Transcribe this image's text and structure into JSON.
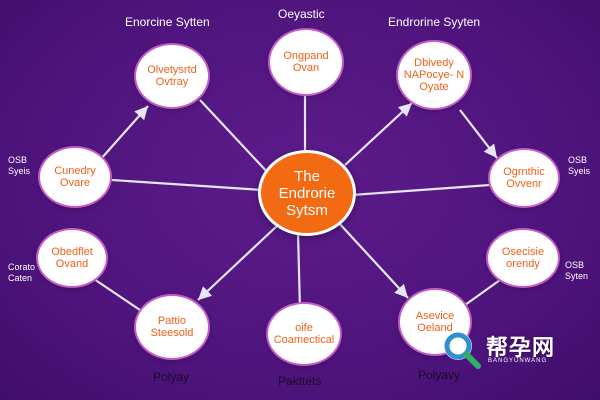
{
  "labels": {
    "top_left": "Enorcine Sytten",
    "top_center": "Oeyastic",
    "top_right": "Endrorine Syyten",
    "left_upper": [
      "OSB",
      "Syeis"
    ],
    "right_upper": [
      "OSB",
      "Syeis"
    ],
    "left_lower": [
      "Corato",
      "Caten"
    ],
    "right_lower": [
      "OSB",
      "Syten"
    ],
    "bottom_left": "Polyay",
    "bottom_center": "Pakttets",
    "bottom_right": "Polyavy"
  },
  "center": [
    "The",
    "Endrorie",
    "Sytsm"
  ],
  "nodes": {
    "top_left": [
      "Olvetysrtd",
      "Ovtray"
    ],
    "top_center": [
      "Ongpand",
      "Ovan"
    ],
    "top_right": [
      "Dbivedy",
      "NAPocye- N",
      "Oyate"
    ],
    "mid_left": [
      "Cunedry",
      "Ovare"
    ],
    "mid_right": [
      "Ogrnthic",
      "Ovvenr"
    ],
    "lower_left": [
      "Obedflet",
      "Ovand"
    ],
    "lower_right": [
      "Osecisie",
      "orendy"
    ],
    "bottom_left": [
      "Pattio",
      "Steesold"
    ],
    "bottom_center": [
      "oife",
      "Coamectical"
    ],
    "bottom_right": [
      "Asevice",
      "Oeland"
    ]
  },
  "watermark": {
    "main": "帮孕网",
    "sub": "BANGYUNWANG"
  },
  "colors": {
    "background": "#53177f",
    "center_fill": "#f26a12",
    "node_text": "#f06018",
    "node_ring": "#c45bc6",
    "edge": "#e6e6f2"
  }
}
